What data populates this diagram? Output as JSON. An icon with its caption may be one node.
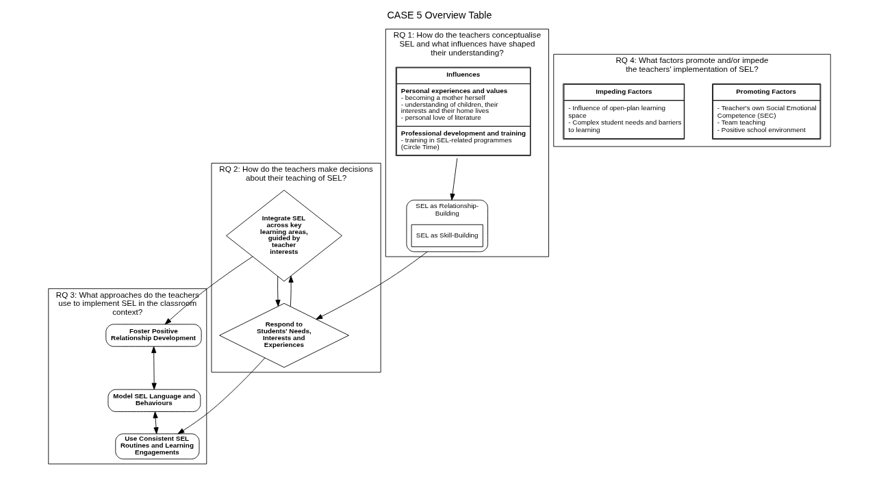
{
  "diagram": {
    "title": "CASE 5 Overview Table",
    "nodes": [
      {
        "text": [
          "RQ 1: How do the teachers conceptualise SEL and what influences have shaped their understanding?"
        ]
      },
      {
        "text": [
          "SEL as Relationship-Building"
        ],
        "in": 0
      },
      {
        "text": [
          "SEL as Skill-Building"
        ],
        "in": 1
      },
      {
        "text": [
          "Influences",
          "Personal experiences and values",
          "- becoming a mother herself",
          "- understanding of children, their interests and their home lives",
          "- personal love of literature",
          "Professional development and training",
          "- training in SEL-related programmes",
          "(Circle Time)"
        ],
        "in": 0
      },
      {
        "text": [
          "RQ 2: How do the teachers make decisions about their teaching of SEL?"
        ]
      },
      {
        "text": [
          "Integrate SEL across key learning areas, guided by teacher interests"
        ],
        "in": 4
      },
      {
        "text": [
          "Respond to Students' Needs, Interests and Experiences"
        ],
        "in": 4
      },
      {
        "text": [
          "RQ 3: What approaches do the teachers use to implement SEL in the classroom context?"
        ]
      },
      {
        "text": [
          "Foster Positive Relationship Development"
        ],
        "in": 7
      },
      {
        "text": [
          "Model SEL Language and Behaviours"
        ],
        "in": 7
      },
      {
        "text": [
          "Use Consistent SEL Routines and Learning Engagements"
        ],
        "in": 7
      },
      {
        "text": [
          "RQ 4: What factors promote and/or impede the teachers' implementation of SEL?"
        ]
      },
      {
        "text": [
          "Promoting Factors",
          "- Teacher's own Social Emotional Competence (SEC)",
          "- Team teaching",
          "- Positive school environment"
        ],
        "in": 11
      },
      {
        "text": [
          "Impeding Factors",
          "- Influence of open-plan learning space",
          "- Complex student needs and barriers to learning"
        ],
        "in": 11
      }
    ],
    "edges": [
      {
        "from": 3,
        "to": 1,
        "arrow": "to"
      },
      {
        "from": 1,
        "to": 6,
        "arrow": "to"
      },
      {
        "from": 5,
        "to": 6,
        "arrow": "to"
      },
      {
        "from": 6,
        "to": 5,
        "arrow": "to"
      },
      {
        "from": 5,
        "to": 8,
        "arrow": "to"
      },
      {
        "from": 6,
        "to": 10,
        "arrow": "to"
      },
      {
        "from": 8,
        "to": 9,
        "arrow": "both"
      },
      {
        "from": 9,
        "to": 10,
        "arrow": "both"
      }
    ]
  }
}
